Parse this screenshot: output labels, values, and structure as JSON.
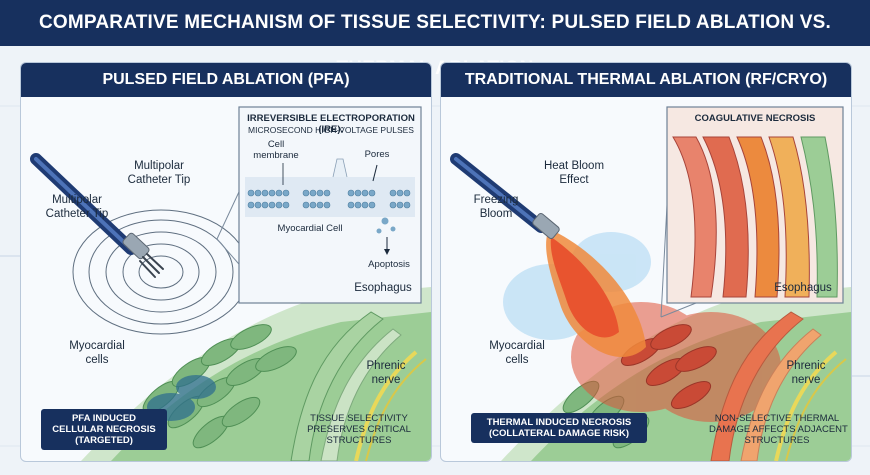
{
  "title": "COMPARATIVE MECHANISM OF TISSUE SELECTIVITY: PULSED FIELD ABLATION VS. THERMAL ABLATION",
  "colors": {
    "navy": "#17305e",
    "healthy_cell": "#7fb77e",
    "targeted_cell": "#2f6f8f",
    "thermal_red": "#e0533a",
    "nerve_yellow": "#e8d85a"
  },
  "pfa": {
    "heading": "PULSED FIELD ABLATION (PFA)",
    "catheter_label_1": "Multipolar\nCatheter Tip",
    "catheter_label_2": "Multipolar\nCatheter Tip",
    "inset_title": "IRREVERSIBLE ELECTROPORATION (IRE):",
    "inset_subtitle": "MICROSECOND HIGH-VOLTAGE PULSES",
    "cell_membrane": "Cell\nmembrane",
    "pores": "Pores",
    "myocardial_cell": "Myocardial Cell",
    "apoptosis": "Apoptosis",
    "esophagus": "Esophagus",
    "myocardial_cells": "Myocardial\ncells",
    "phrenic_nerve": "Phrenic\nnerve",
    "callout": "PFA INDUCED\nCELLULAR NECROSIS\n(TARGETED)",
    "note": "TISSUE SELECTIVITY\nPRESERVES CRITICAL\nSTRUCTURES"
  },
  "thermal": {
    "heading": "TRADITIONAL THERMAL ABLATION (RF/CRYO)",
    "heat_bloom": "Heat Bloom\nEffect",
    "freezing_bloom": "Freezing\nBloom",
    "inset_title": "COAGULATIVE NECROSIS",
    "esophagus": "Esophagus",
    "myocardial_cells": "Myocardial\ncells",
    "phrenic_nerve": "Phrenic\nnerve",
    "callout": "THERMAL INDUCED NECROSIS\n(COLLATERAL DAMAGE RISK)",
    "note": "NON-SELECTIVE THERMAL\nDAMAGE AFFECTS ADJACENT\nSTRUCTURES"
  }
}
